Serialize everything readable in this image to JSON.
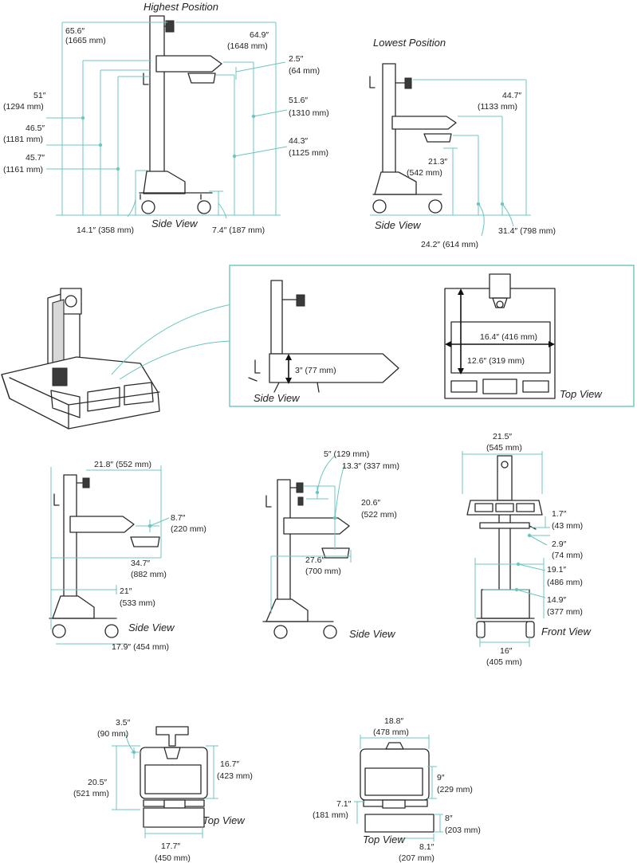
{
  "diagrams": [
    {
      "id": "highest-position",
      "title": "Highest Position",
      "view_label": "Side View",
      "dimensions": [
        {
          "imperial": "65.6″",
          "metric": "(1665 mm)"
        },
        {
          "imperial": "64.9″",
          "metric": "(1648 mm)"
        },
        {
          "imperial": "2.5″",
          "metric": "(64 mm)"
        },
        {
          "imperial": "51″",
          "metric": "(1294 mm)"
        },
        {
          "imperial": "51.6″",
          "metric": "(1310 mm)"
        },
        {
          "imperial": "46.5″",
          "metric": "(1181 mm)"
        },
        {
          "imperial": "44.3″",
          "metric": "(1125 mm)"
        },
        {
          "imperial": "45.7″",
          "metric": "(1161 mm)"
        },
        {
          "imperial": "14.1″",
          "metric": "(358 mm)"
        },
        {
          "imperial": "7.4″",
          "metric": "(187 mm)"
        }
      ]
    },
    {
      "id": "lowest-position",
      "title": "Lowest Position",
      "view_label": "Side View",
      "dimensions": [
        {
          "imperial": "44.7″",
          "metric": "(1133 mm)"
        },
        {
          "imperial": "21.3″",
          "metric": "(542 mm)"
        },
        {
          "imperial": "24.2″",
          "metric": "(614 mm)"
        },
        {
          "imperial": "31.4″",
          "metric": "(798 mm)"
        }
      ]
    },
    {
      "id": "tray-detail",
      "side_label": "Side View",
      "top_label": "Top View",
      "dimensions": [
        {
          "imperial": "3″",
          "metric": "(77 mm)"
        },
        {
          "imperial": "16.4″",
          "metric": "(416 mm)"
        },
        {
          "imperial": "12.6″",
          "metric": "(319 mm)"
        }
      ]
    },
    {
      "id": "side-view-a",
      "view_label": "Side View",
      "dimensions": [
        {
          "imperial": "21.8″",
          "metric": "(552 mm)"
        },
        {
          "imperial": "8.7″",
          "metric": "(220 mm)"
        },
        {
          "imperial": "34.7″",
          "metric": "(882 mm)"
        },
        {
          "imperial": "21″",
          "metric": "(533 mm)"
        },
        {
          "imperial": "17.9″",
          "metric": "(454 mm)"
        }
      ]
    },
    {
      "id": "side-view-b",
      "view_label": "Side View",
      "dimensions": [
        {
          "imperial": "5″",
          "metric": "(129 mm)"
        },
        {
          "imperial": "13.3″",
          "metric": "(337 mm)"
        },
        {
          "imperial": "20.6″",
          "metric": "(522 mm)"
        },
        {
          "imperial": "27.6″",
          "metric": "(700 mm)"
        }
      ]
    },
    {
      "id": "front-view",
      "view_label": "Front View",
      "dimensions": [
        {
          "imperial": "21.5″",
          "metric": "(545 mm)"
        },
        {
          "imperial": "1.7″",
          "metric": "(43 mm)"
        },
        {
          "imperial": "2.9″",
          "metric": "(74 mm)"
        },
        {
          "imperial": "19.1″",
          "metric": "(486 mm)"
        },
        {
          "imperial": "14.9″",
          "metric": "(377 mm)"
        },
        {
          "imperial": "16″",
          "metric": "(405 mm)"
        }
      ]
    },
    {
      "id": "top-view-a",
      "view_label": "Top View",
      "dimensions": [
        {
          "imperial": "3.5″",
          "metric": "(90 mm)"
        },
        {
          "imperial": "16.7″",
          "metric": "(423 mm)"
        },
        {
          "imperial": "20.5″",
          "metric": "(521 mm)"
        },
        {
          "imperial": "17.7″",
          "metric": "(450 mm)"
        }
      ]
    },
    {
      "id": "top-view-b",
      "view_label": "Top View",
      "dimensions": [
        {
          "imperial": "18.8″",
          "metric": "(478 mm)"
        },
        {
          "imperial": "9″",
          "metric": "(229 mm)"
        },
        {
          "imperial": "7.1″",
          "metric": "(181 mm)"
        },
        {
          "imperial": "8″",
          "metric": "(203 mm)"
        },
        {
          "imperial": "8.1″",
          "metric": "(207 mm)"
        }
      ]
    }
  ],
  "colors": {
    "dimension_line": "#6cc5bf",
    "outline": "#2a2a2a",
    "background": "#ffffff"
  }
}
